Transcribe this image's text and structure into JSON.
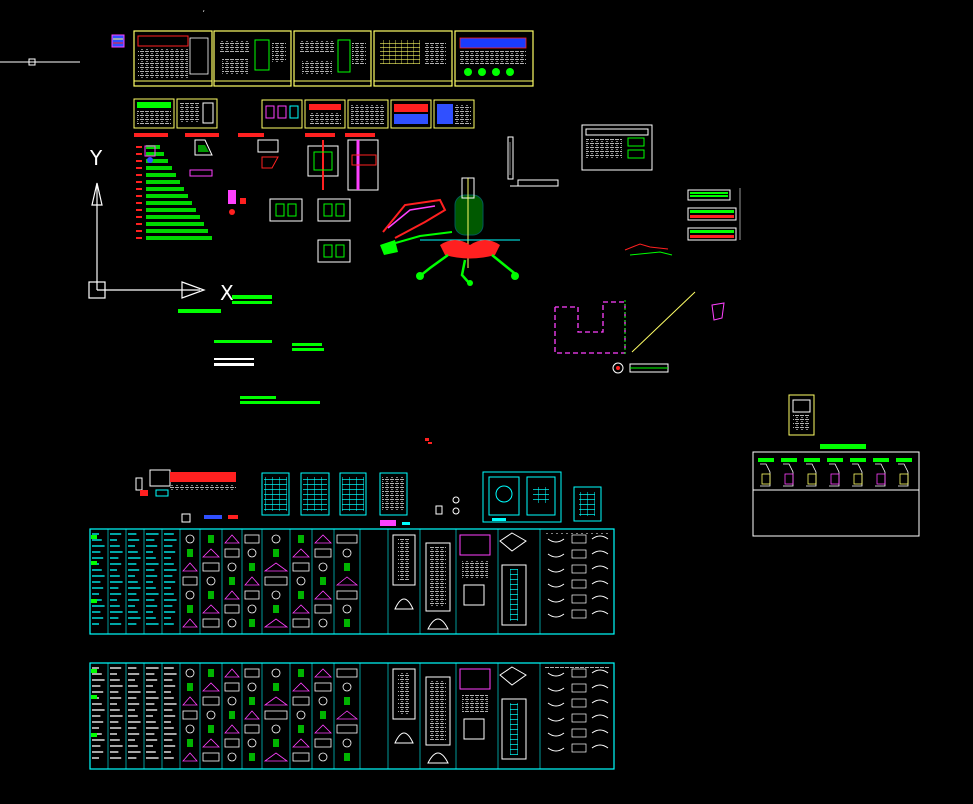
{
  "app": {
    "view": "model-space",
    "background_color": "#000000"
  },
  "ucs": {
    "y_label": "Y",
    "x_label": "X",
    "icon": "ucs-axis-icon",
    "color": "#ffffff"
  },
  "colors": {
    "yellow": "#ffff66",
    "cyan": "#00ffff",
    "green": "#00ff00",
    "red": "#ff2020",
    "magenta": "#ff40ff",
    "white": "#ffffff",
    "blue": "#3050ff"
  },
  "icons": {
    "crosshair": "crosshair-icon",
    "layer_swatch": "layer-swatch-icon",
    "target": "target-symbol-icon"
  }
}
